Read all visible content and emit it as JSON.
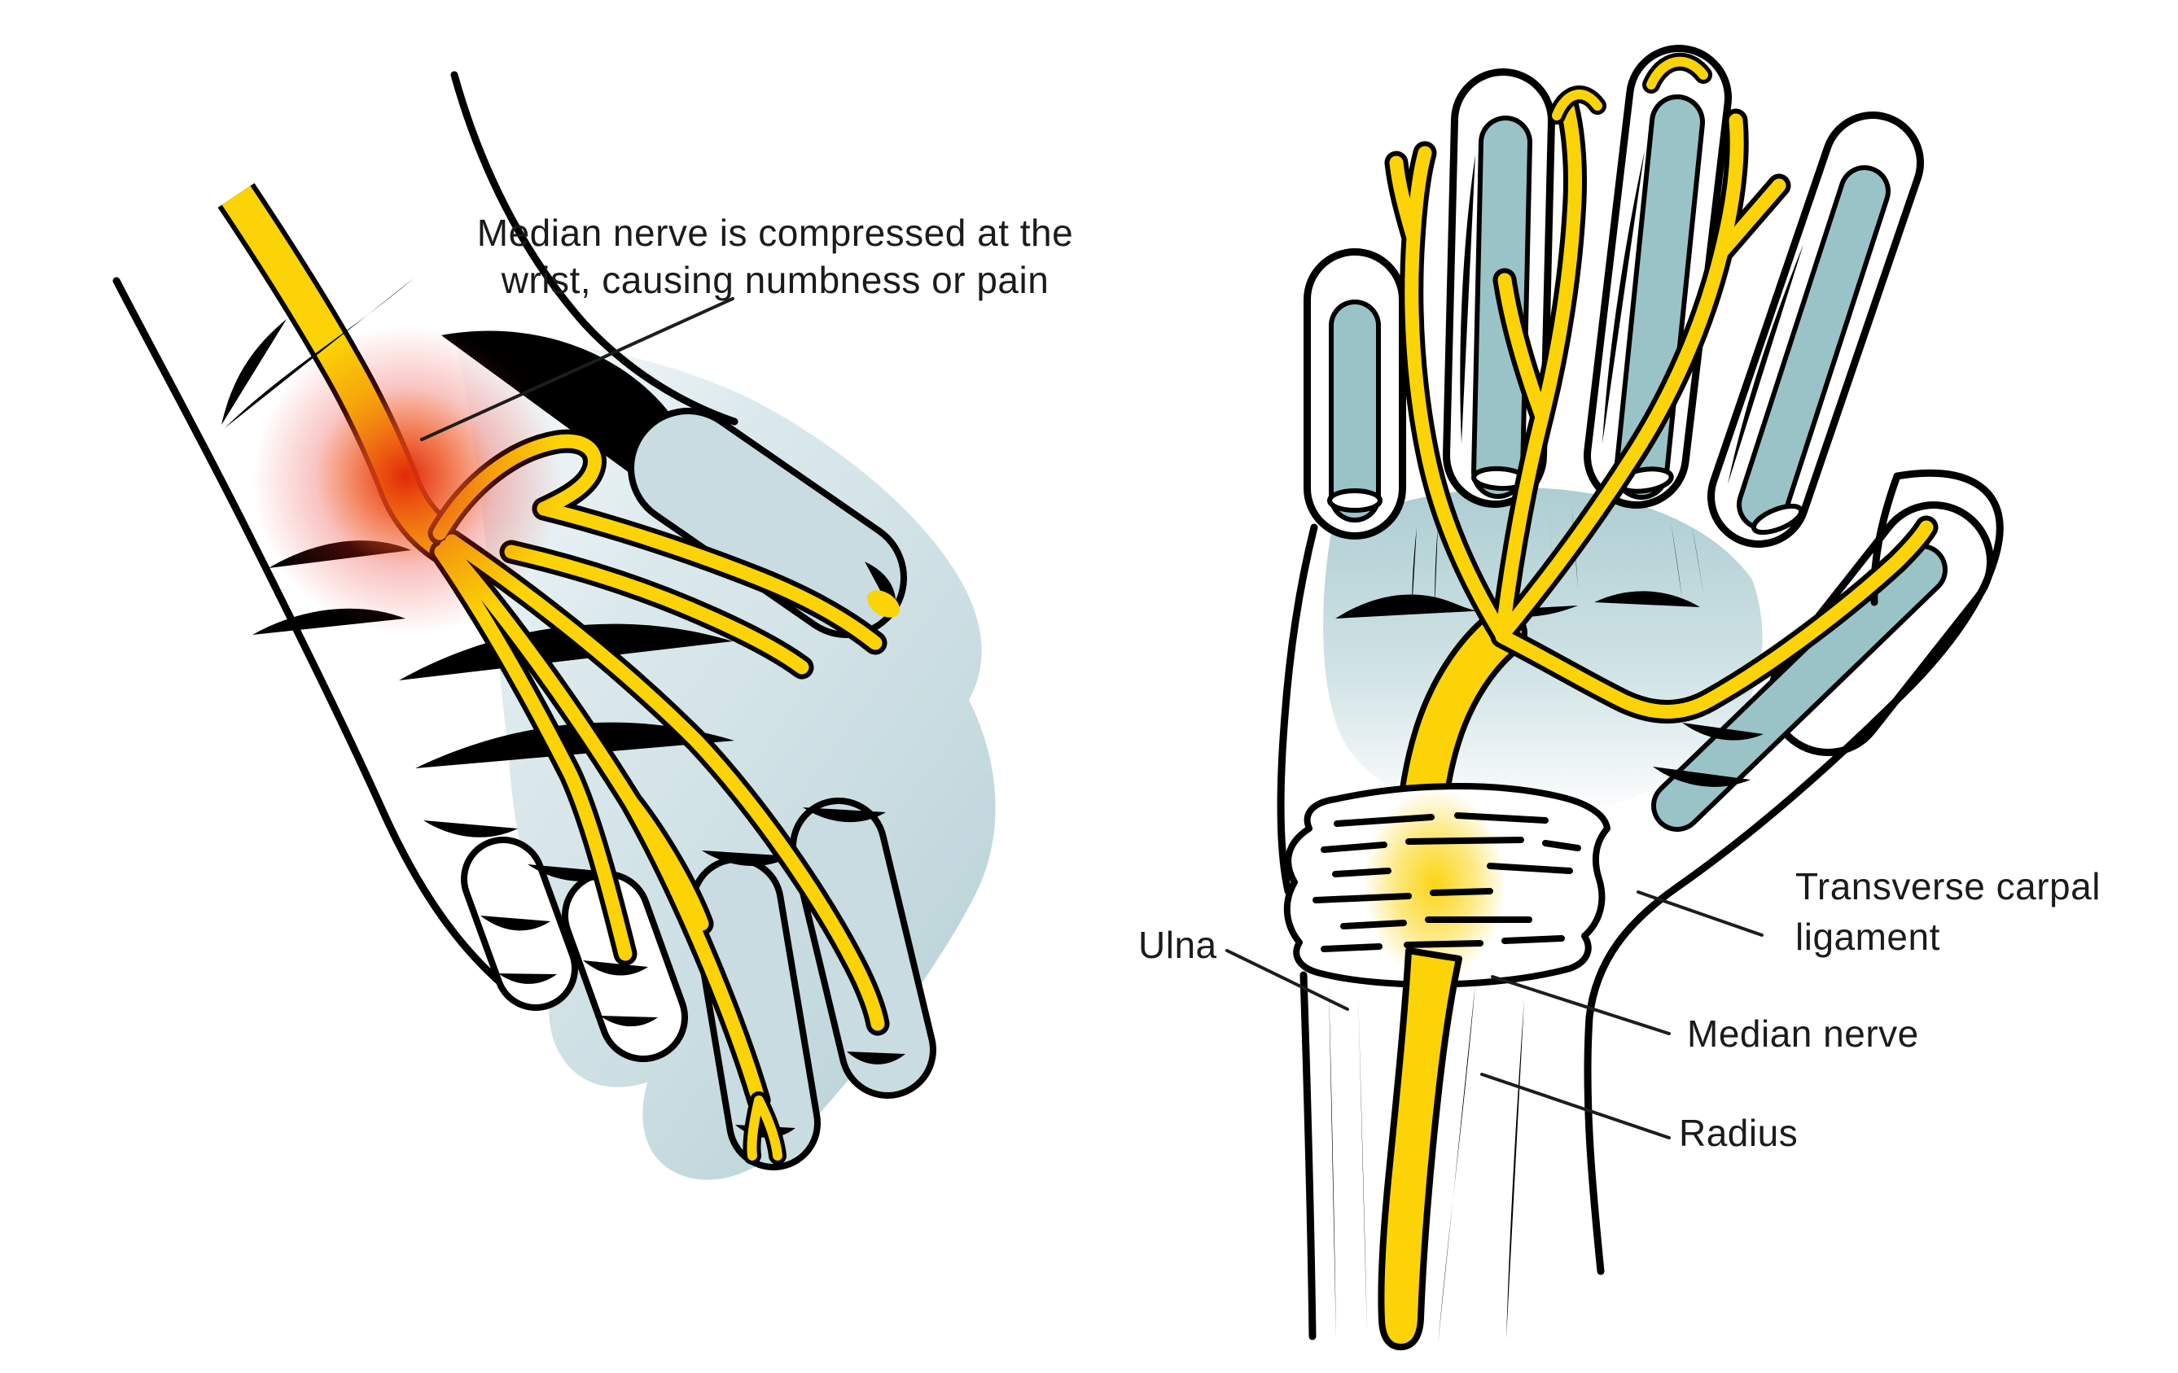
{
  "annotation": {
    "line1": "Median nerve is compressed at the",
    "line2": "wrist, causing numbness or pain"
  },
  "labels": {
    "ulna": "Ulna",
    "transverse_carpal_ligament_line1": "Transverse carpal",
    "transverse_carpal_ligament_line2": "ligament",
    "median_nerve": "Median nerve",
    "radius": "Radius"
  },
  "colors": {
    "background": "#FFFFFF",
    "nerve_yellow": "#FBD306",
    "bone_blue": "#9AC3C8",
    "palm_shade_left": "#B9D2D8",
    "palm_shade_right": "#A9CBD0",
    "inflammation_red": "#E8251C",
    "outline_black": "#000000",
    "text_color": "#1B1B19",
    "leader_line": "#1D1D1B"
  }
}
